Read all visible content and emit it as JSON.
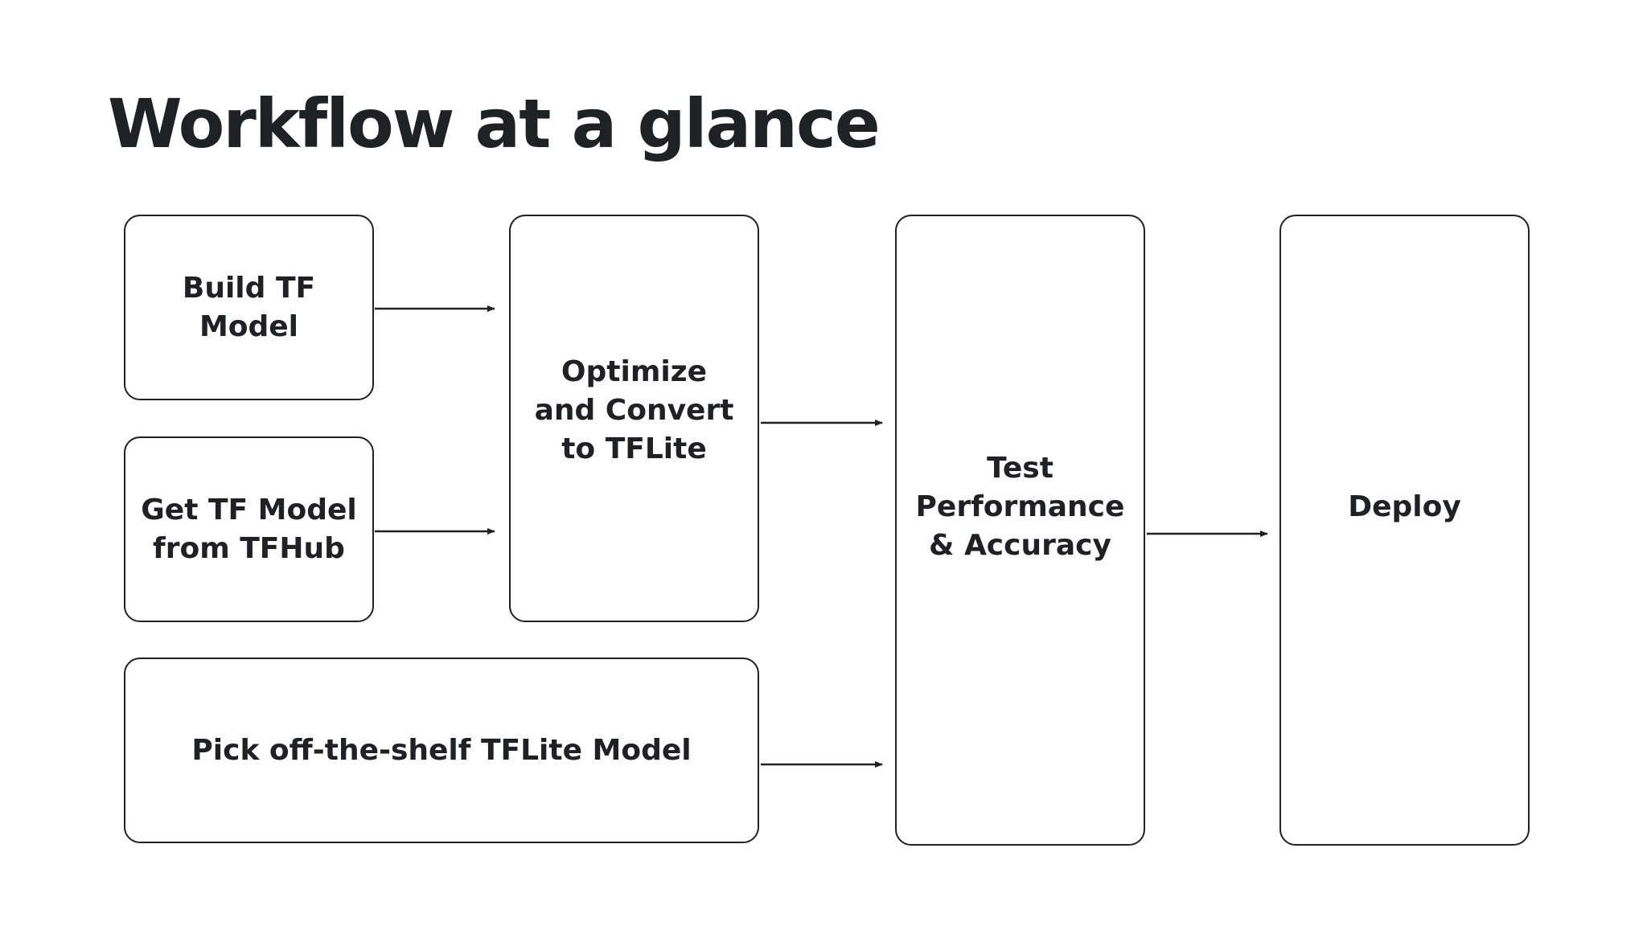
{
  "title": "Workflow at a glance",
  "nodes": {
    "build": "Build TF\nModel",
    "get": "Get TF Model\nfrom TFHub",
    "pick": "Pick off-the-shelf TFLite Model",
    "optimize": "Optimize\nand Convert\nto TFLite",
    "test": "Test\nPerformance\n& Accuracy",
    "deploy": "Deploy"
  },
  "edges": [
    {
      "from": "build",
      "to": "optimize"
    },
    {
      "from": "get",
      "to": "optimize"
    },
    {
      "from": "optimize",
      "to": "test"
    },
    {
      "from": "pick",
      "to": "test"
    },
    {
      "from": "test",
      "to": "deploy"
    }
  ],
  "colors": {
    "text": "#202124",
    "stroke": "#202124",
    "background": "#ffffff"
  }
}
